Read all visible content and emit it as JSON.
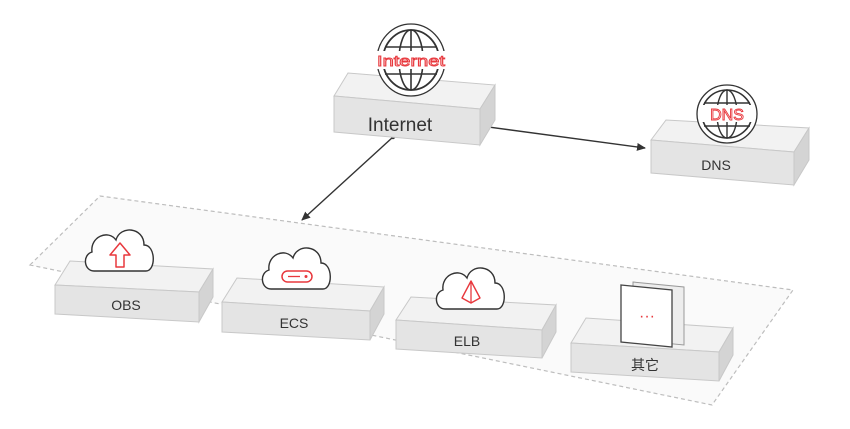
{
  "colors": {
    "accent": "#e8383d",
    "box_top": "#f2f2f2",
    "box_front": "#e4e4e4",
    "box_side": "#d4d4d4",
    "box_stroke": "#c8c8c8",
    "arrow": "#333333",
    "zone_border": "#bdbdbd",
    "label": "#333333"
  },
  "internet": {
    "label": "Internet",
    "icon_text": "Internet",
    "icon": "globe-icon"
  },
  "dns": {
    "label": "DNS",
    "icon_text": "DNS",
    "icon": "globe-icon"
  },
  "services": [
    {
      "label": "OBS",
      "icon": "cloud-upload-icon"
    },
    {
      "label": "ECS",
      "icon": "cloud-server-icon"
    },
    {
      "label": "ELB",
      "icon": "cloud-loadbalancer-icon"
    },
    {
      "label": "其它",
      "icon": "document-more-icon",
      "icon_text": "···"
    }
  ]
}
